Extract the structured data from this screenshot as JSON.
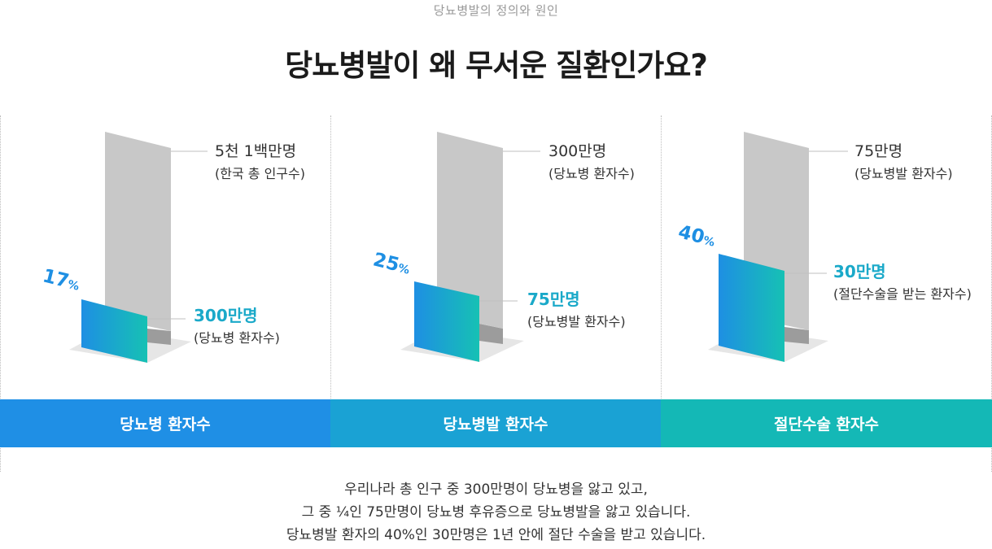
{
  "header": {
    "eyebrow": "당뇨병발의 정의와 원인",
    "title": "당뇨병발이 왜 무서운 질환인가요?"
  },
  "panels": [
    {
      "total_value": "5천 1백만명",
      "total_caption": "(한국 총 인구수)",
      "part_value": "300만명",
      "part_caption": "(당뇨병 환자수)",
      "percent": "17",
      "percent_unit": "%",
      "bar_label": "당뇨병 환자수",
      "bar_color": "#1f8fe5"
    },
    {
      "total_value": "300만명",
      "total_caption": "(당뇨병 환자수)",
      "part_value": "75만명",
      "part_caption": "(당뇨병발 환자수)",
      "percent": "25",
      "percent_unit": "%",
      "bar_label": "당뇨병발 환자수",
      "bar_color": "#1aa2d4"
    },
    {
      "total_value": "75만명",
      "total_caption": "(당뇨병발 환자수)",
      "part_value": "30만명",
      "part_caption": "(절단수술을 받는 환자수)",
      "percent": "40",
      "percent_unit": "%",
      "bar_label": "절단수술 환자수",
      "bar_color": "#14b8b6"
    }
  ],
  "chart_data": {
    "type": "bar",
    "categories": [
      "당뇨병 환자수",
      "당뇨병발 환자수",
      "절단수술 환자수"
    ],
    "values": [
      17,
      25,
      40
    ],
    "unit": "%"
  },
  "description": {
    "line1": "우리나라 총 인구 중 300만명이 당뇨병을 앓고 있고,",
    "line2": "그 중 ¼인 75만명이 당뇨병 후유증으로 당뇨병발을 앓고 있습니다.",
    "line3": "당뇨병발 환자의 40%인 30만명은 1년 안에 절단 수술을 받고 있습니다."
  },
  "colors": {
    "gradient_start": "#1e8fe3",
    "gradient_end": "#16c1b4",
    "pillar": "#c8c8c8",
    "percent_text": "#1e8fe3",
    "highlight_text": "#1aa9c9"
  }
}
